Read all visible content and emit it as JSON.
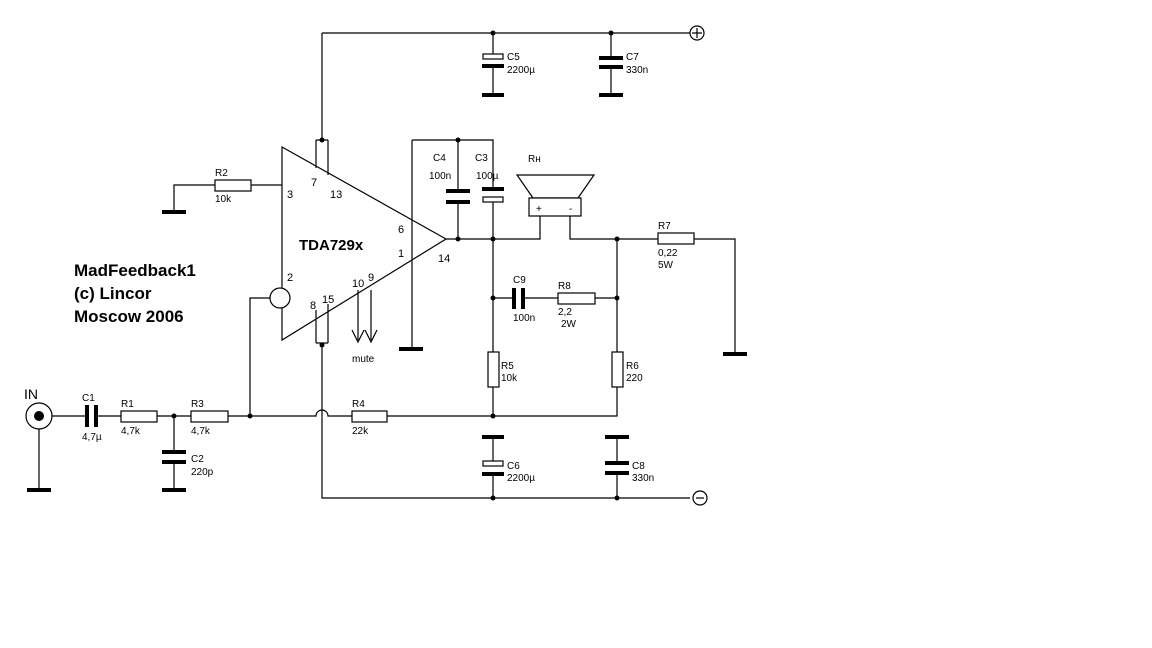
{
  "note": {
    "line1": "MadFeedback1",
    "line2": "(c) Lincor",
    "line3": "Moscow 2006"
  },
  "chip": {
    "name": "TDA729x",
    "pins": {
      "p2": "2",
      "p3": "3",
      "p7": "7",
      "p13": "13",
      "p6": "6",
      "p1": "1",
      "p14": "14",
      "p8": "8",
      "p15": "15",
      "p10": "10",
      "p9": "9"
    }
  },
  "mute_label": "mute",
  "input_label": "IN",
  "speaker_label": "Rн",
  "speaker_terminals": {
    "plus": "+",
    "minus": "-"
  },
  "supply": {
    "positive": "+",
    "negative": "−"
  },
  "components": {
    "C1": {
      "name": "C1",
      "value": "4,7µ"
    },
    "C2": {
      "name": "C2",
      "value": "220p"
    },
    "C3": {
      "name": "C3",
      "value": "100µ"
    },
    "C4": {
      "name": "C4",
      "value": "100n"
    },
    "C5": {
      "name": "C5",
      "value": "2200µ"
    },
    "C6": {
      "name": "C6",
      "value": "2200µ"
    },
    "C7": {
      "name": "C7",
      "value": "330n"
    },
    "C8": {
      "name": "C8",
      "value": "330n"
    },
    "C9": {
      "name": "C9",
      "value": "100n"
    },
    "R1": {
      "name": "R1",
      "value": "4,7k"
    },
    "R2": {
      "name": "R2",
      "value": "10k"
    },
    "R3": {
      "name": "R3",
      "value": "4,7k"
    },
    "R4": {
      "name": "R4",
      "value": "22k"
    },
    "R5": {
      "name": "R5",
      "value": "10k"
    },
    "R6": {
      "name": "R6",
      "value": "220"
    },
    "R7": {
      "name": "R7",
      "value": "0,22",
      "value2": "5W"
    },
    "R8": {
      "name": "R8",
      "value": "2,2",
      "value2": "2W"
    }
  }
}
